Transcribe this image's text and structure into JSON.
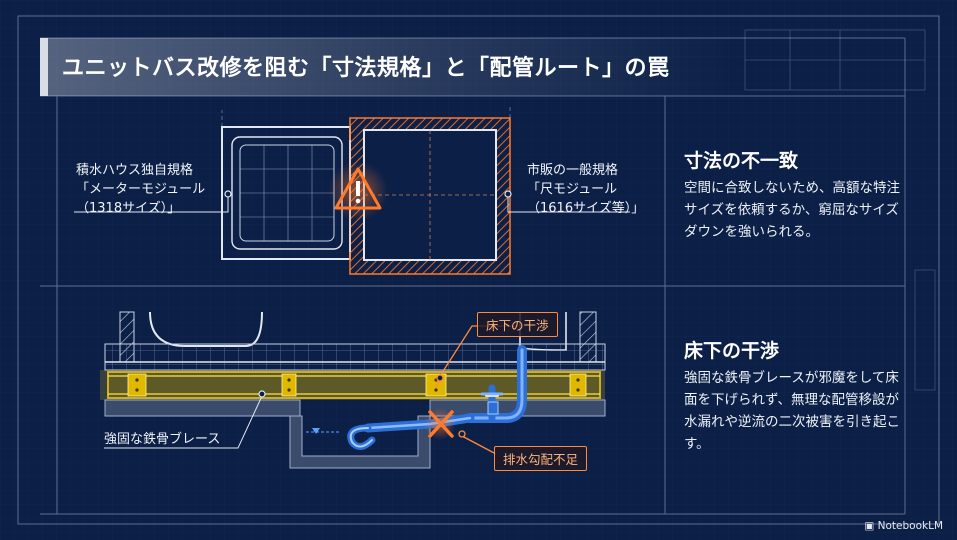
{
  "title": "ユニットバス改修を阻む「寸法規格」と「配管ルート」の罠",
  "top_diagram": {
    "left_label": [
      "積水ハウス独自規格",
      "「メーターモジュール",
      "（1318サイズ）」"
    ],
    "right_label": [
      "市販の一般規格",
      "「尺モジュール",
      "（1616サイズ等）」"
    ],
    "warning_icon": "warning-triangle-icon"
  },
  "bottom_diagram": {
    "callout_floor": "床下の干渉",
    "callout_drain": "排水勾配不足",
    "brace_label": "強固な鉄骨ブレース",
    "cross_icon": "cross-mark-icon"
  },
  "sections": [
    {
      "heading": "寸法の不一致",
      "body": "空間に合致しないため、高額な特注サイズを依頼するか、窮屈なサイズダウンを強いられる。"
    },
    {
      "heading": "床下の干渉",
      "body": "強固な鉄骨ブレースが邪魔をして床面を下げられず、無理な配管移設が水漏れや逆流の二次被害を引き起こす。"
    }
  ],
  "branding": "NotebookLM",
  "colors": {
    "background": "#0b1f47",
    "line": "#c9d3e6",
    "warning": "#ff7a2a",
    "highlight": "#ffd21a"
  }
}
